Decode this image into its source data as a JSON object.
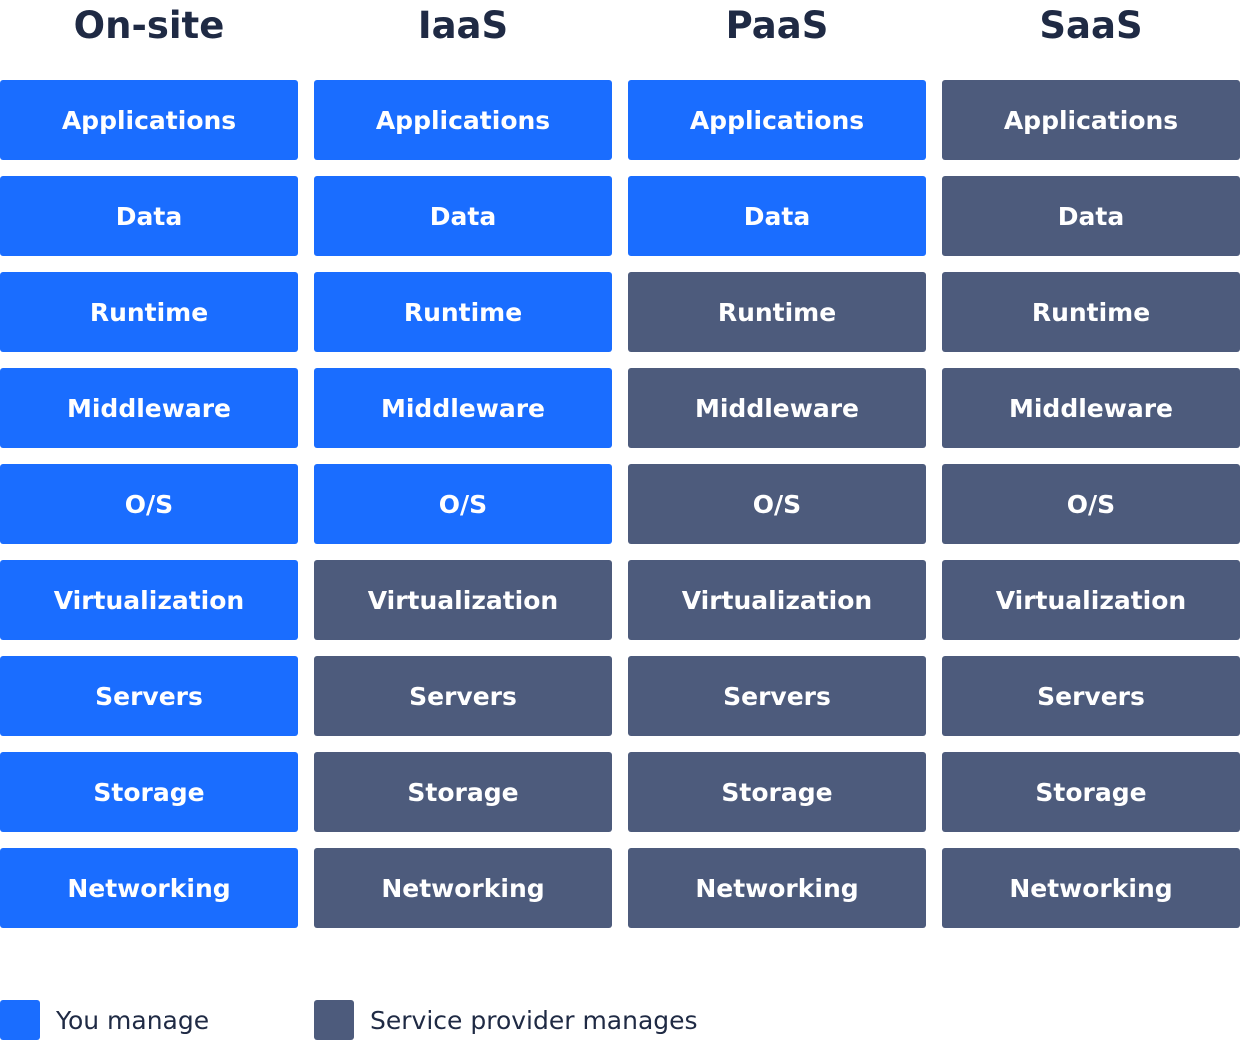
{
  "colors": {
    "you_manage": "#1a6dff",
    "provider_manages": "#4d5b7c",
    "title_text": "#1f2a44"
  },
  "columns": [
    {
      "title": "On-site",
      "layers": [
        {
          "label": "Applications",
          "managed_by": "you"
        },
        {
          "label": "Data",
          "managed_by": "you"
        },
        {
          "label": "Runtime",
          "managed_by": "you"
        },
        {
          "label": "Middleware",
          "managed_by": "you"
        },
        {
          "label": "O/S",
          "managed_by": "you"
        },
        {
          "label": "Virtualization",
          "managed_by": "you"
        },
        {
          "label": "Servers",
          "managed_by": "you"
        },
        {
          "label": "Storage",
          "managed_by": "you"
        },
        {
          "label": "Networking",
          "managed_by": "you"
        }
      ]
    },
    {
      "title": "IaaS",
      "layers": [
        {
          "label": "Applications",
          "managed_by": "you"
        },
        {
          "label": "Data",
          "managed_by": "you"
        },
        {
          "label": "Runtime",
          "managed_by": "you"
        },
        {
          "label": "Middleware",
          "managed_by": "you"
        },
        {
          "label": "O/S",
          "managed_by": "you"
        },
        {
          "label": "Virtualization",
          "managed_by": "provider"
        },
        {
          "label": "Servers",
          "managed_by": "provider"
        },
        {
          "label": "Storage",
          "managed_by": "provider"
        },
        {
          "label": "Networking",
          "managed_by": "provider"
        }
      ]
    },
    {
      "title": "PaaS",
      "layers": [
        {
          "label": "Applications",
          "managed_by": "you"
        },
        {
          "label": "Data",
          "managed_by": "you"
        },
        {
          "label": "Runtime",
          "managed_by": "provider"
        },
        {
          "label": "Middleware",
          "managed_by": "provider"
        },
        {
          "label": "O/S",
          "managed_by": "provider"
        },
        {
          "label": "Virtualization",
          "managed_by": "provider"
        },
        {
          "label": "Servers",
          "managed_by": "provider"
        },
        {
          "label": "Storage",
          "managed_by": "provider"
        },
        {
          "label": "Networking",
          "managed_by": "provider"
        }
      ]
    },
    {
      "title": "SaaS",
      "layers": [
        {
          "label": "Applications",
          "managed_by": "provider"
        },
        {
          "label": "Data",
          "managed_by": "provider"
        },
        {
          "label": "Runtime",
          "managed_by": "provider"
        },
        {
          "label": "Middleware",
          "managed_by": "provider"
        },
        {
          "label": "O/S",
          "managed_by": "provider"
        },
        {
          "label": "Virtualization",
          "managed_by": "provider"
        },
        {
          "label": "Servers",
          "managed_by": "provider"
        },
        {
          "label": "Storage",
          "managed_by": "provider"
        },
        {
          "label": "Networking",
          "managed_by": "provider"
        }
      ]
    }
  ],
  "legend": {
    "you_manage_label": "You manage",
    "provider_manages_label": "Service provider manages"
  }
}
